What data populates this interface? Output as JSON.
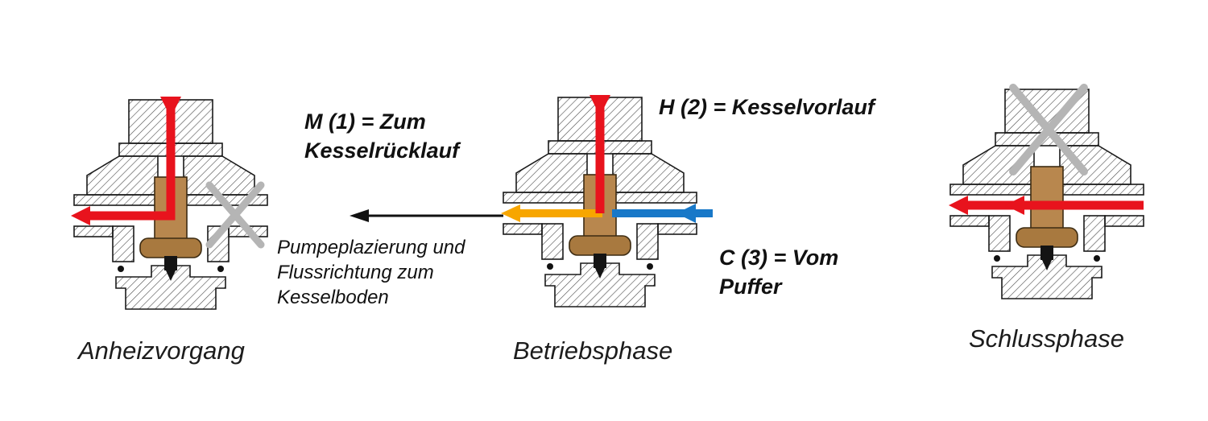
{
  "labels": {
    "m": {
      "line1": "M (1) = Zum",
      "line2": "Kesselrücklauf"
    },
    "h": {
      "line1": "H (2) = Kesselvorlauf"
    },
    "c": {
      "line1": "C (3) = Vom",
      "line2": "Puffer"
    },
    "pump_note": {
      "line1": "Pumpeplazierung und",
      "line2": "Flussrichtung zum",
      "line3": "Kesselboden"
    }
  },
  "captions": {
    "phase1": "Anheizvorgang",
    "phase2": "Betriebsphase",
    "phase3": "Schlussphase"
  },
  "colors": {
    "hot": "#e8131d",
    "warm": "#f7a600",
    "cold": "#1878c8",
    "closed_x": "#b5b5b5",
    "brass": "#b8874e",
    "brass_dark": "#a8793f",
    "arrow_black": "#111111"
  }
}
